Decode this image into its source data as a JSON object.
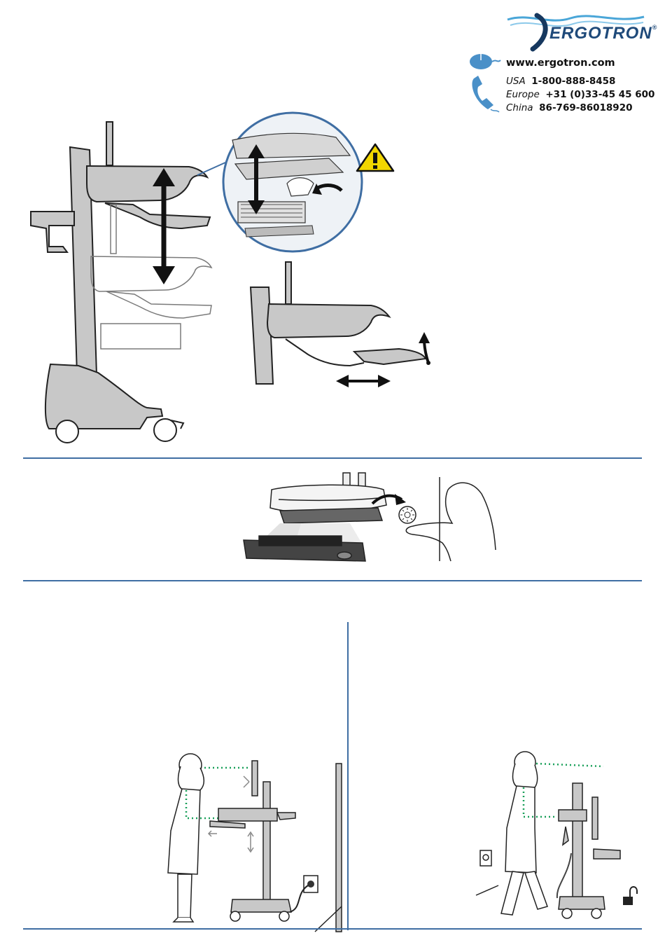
{
  "brand": {
    "logo_text": "ERGOTRON",
    "registered_mark": "®",
    "colors": {
      "brand_blue": "#1f5f9e",
      "wave_light": "#4aa6d8"
    }
  },
  "contact": {
    "website": "www.ergotron.com",
    "lines": [
      {
        "country": "USA",
        "number": "1-800-888-8458"
      },
      {
        "country": "Europe",
        "number": "+31 (0)33-45 45 600"
      },
      {
        "country": "China",
        "number": "86-769-86018920"
      }
    ],
    "icons": [
      "mouse-icon",
      "phone-handset-icon"
    ]
  },
  "colors": {
    "divider": "#3f6ea3",
    "warning_yellow": "#f2d600",
    "cart_gray": "#c8c8c8",
    "line_dark": "#222222",
    "posture_dots": "#1aa05a"
  }
}
